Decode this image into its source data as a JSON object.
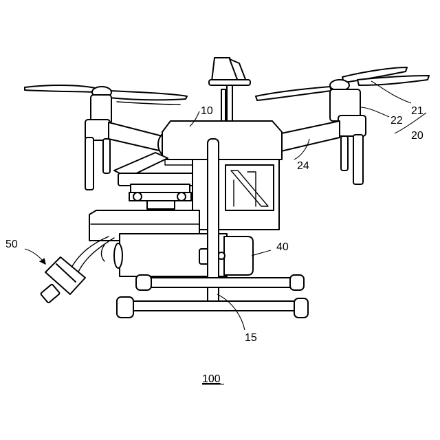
{
  "figure": {
    "refs": {
      "frame": "10",
      "landing_gear": "15",
      "propeller": "21",
      "motor": "22",
      "arm": "24",
      "rotor_unit": "20",
      "payload": "40",
      "camera_gimbal": "50",
      "drone": "100"
    },
    "colors": {
      "line": "#000000",
      "background": "#ffffff"
    }
  }
}
